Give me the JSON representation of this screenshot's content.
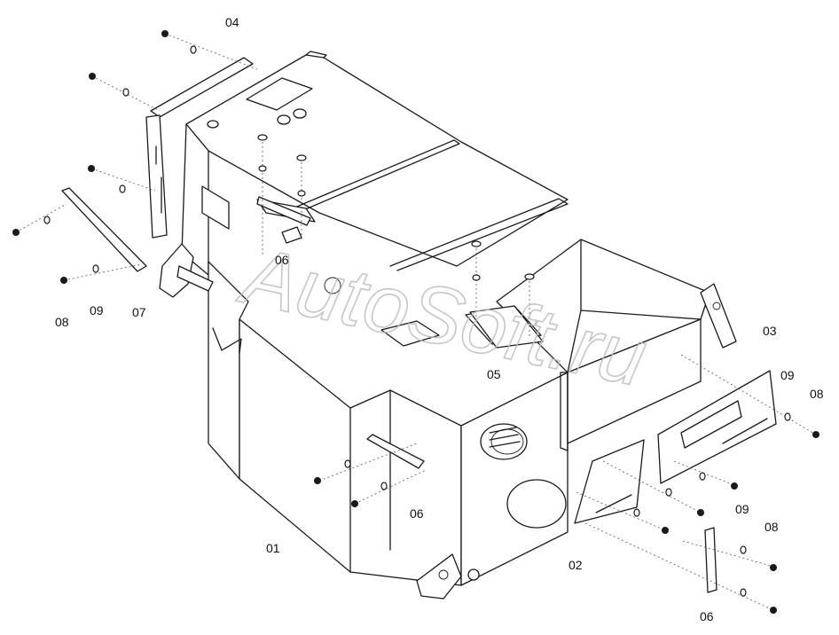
{
  "watermark": "AutoSoft.ru",
  "callouts": [
    {
      "id": "c04",
      "text": "04"
    },
    {
      "id": "c06a",
      "text": "06"
    },
    {
      "id": "c08a",
      "text": "08"
    },
    {
      "id": "c09a",
      "text": "09"
    },
    {
      "id": "c07",
      "text": "07"
    },
    {
      "id": "c05",
      "text": "05"
    },
    {
      "id": "c03",
      "text": "03"
    },
    {
      "id": "c09b",
      "text": "09"
    },
    {
      "id": "c08b",
      "text": "08"
    },
    {
      "id": "c06b",
      "text": "06"
    },
    {
      "id": "c01",
      "text": "01"
    },
    {
      "id": "c02",
      "text": "02"
    },
    {
      "id": "c09c",
      "text": "09"
    },
    {
      "id": "c08c",
      "text": "08"
    },
    {
      "id": "c06c",
      "text": "06"
    }
  ]
}
